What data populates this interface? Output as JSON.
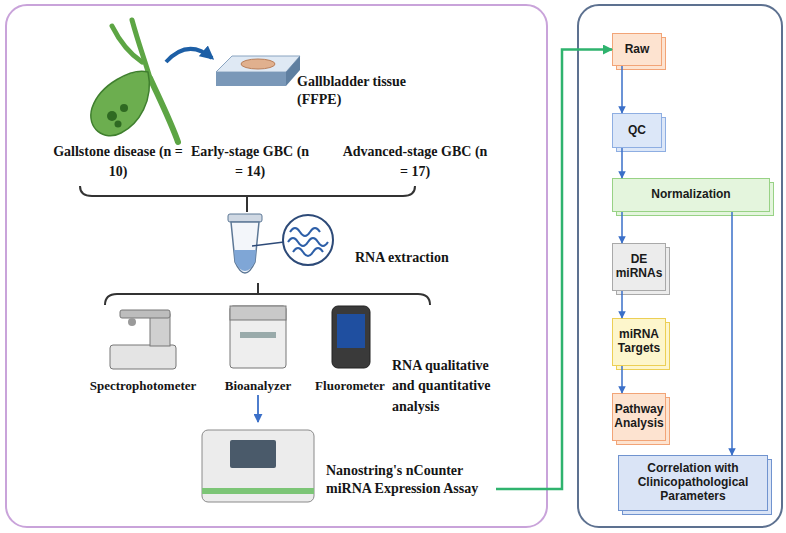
{
  "diagram": {
    "nodes": [
      {
        "text": []
      },
      {
        "text": [
          "Gallbladder tissue (FFPE)"
        ],
        "in": 0
      },
      {
        "text": [
          "RNA extraction"
        ],
        "in": 0
      },
      {
        "text": [
          "Spectrophotometer"
        ],
        "in": 0
      },
      {
        "text": [
          "Bioanalyzer"
        ],
        "in": 0
      },
      {
        "text": [
          "Fluorometer"
        ],
        "in": 0
      },
      {
        "text": [
          "Nanostring's nCounter miRNA Expression Assay"
        ],
        "in": 0
      },
      {
        "text": []
      },
      {
        "text": [
          "Raw"
        ],
        "in": 7
      },
      {
        "text": [
          "QC"
        ],
        "in": 7
      },
      {
        "text": [
          "Normalization"
        ],
        "in": 7
      },
      {
        "text": [
          "DE miRNAs"
        ],
        "in": 7
      },
      {
        "text": [
          "miRNA Targets"
        ],
        "in": 7
      },
      {
        "text": [
          "Pathway Analysis"
        ],
        "in": 7
      },
      {
        "text": [
          "Correlation with Clinicopathological Parameters"
        ],
        "in": 7
      }
    ],
    "edges": [
      {
        "from": 4,
        "to": 6,
        "arrow": "to"
      },
      {
        "from": 6,
        "to": 8,
        "arrow": "to"
      },
      {
        "from": 8,
        "to": 9,
        "arrow": "to"
      },
      {
        "from": 9,
        "to": 10,
        "arrow": "to"
      },
      {
        "from": 10,
        "to": 11,
        "arrow": "to"
      },
      {
        "from": 11,
        "to": 12,
        "arrow": "to"
      },
      {
        "from": 12,
        "to": 13,
        "arrow": "to"
      },
      {
        "from": 10,
        "to": 14,
        "arrow": "to"
      }
    ],
    "labels": [
      "Gallstone disease (n = 10)",
      "Early-stage GBC (n = 14)",
      "Advanced-stage GBC (n = 17)",
      "RNA qualitative and quantitative analysis"
    ]
  }
}
